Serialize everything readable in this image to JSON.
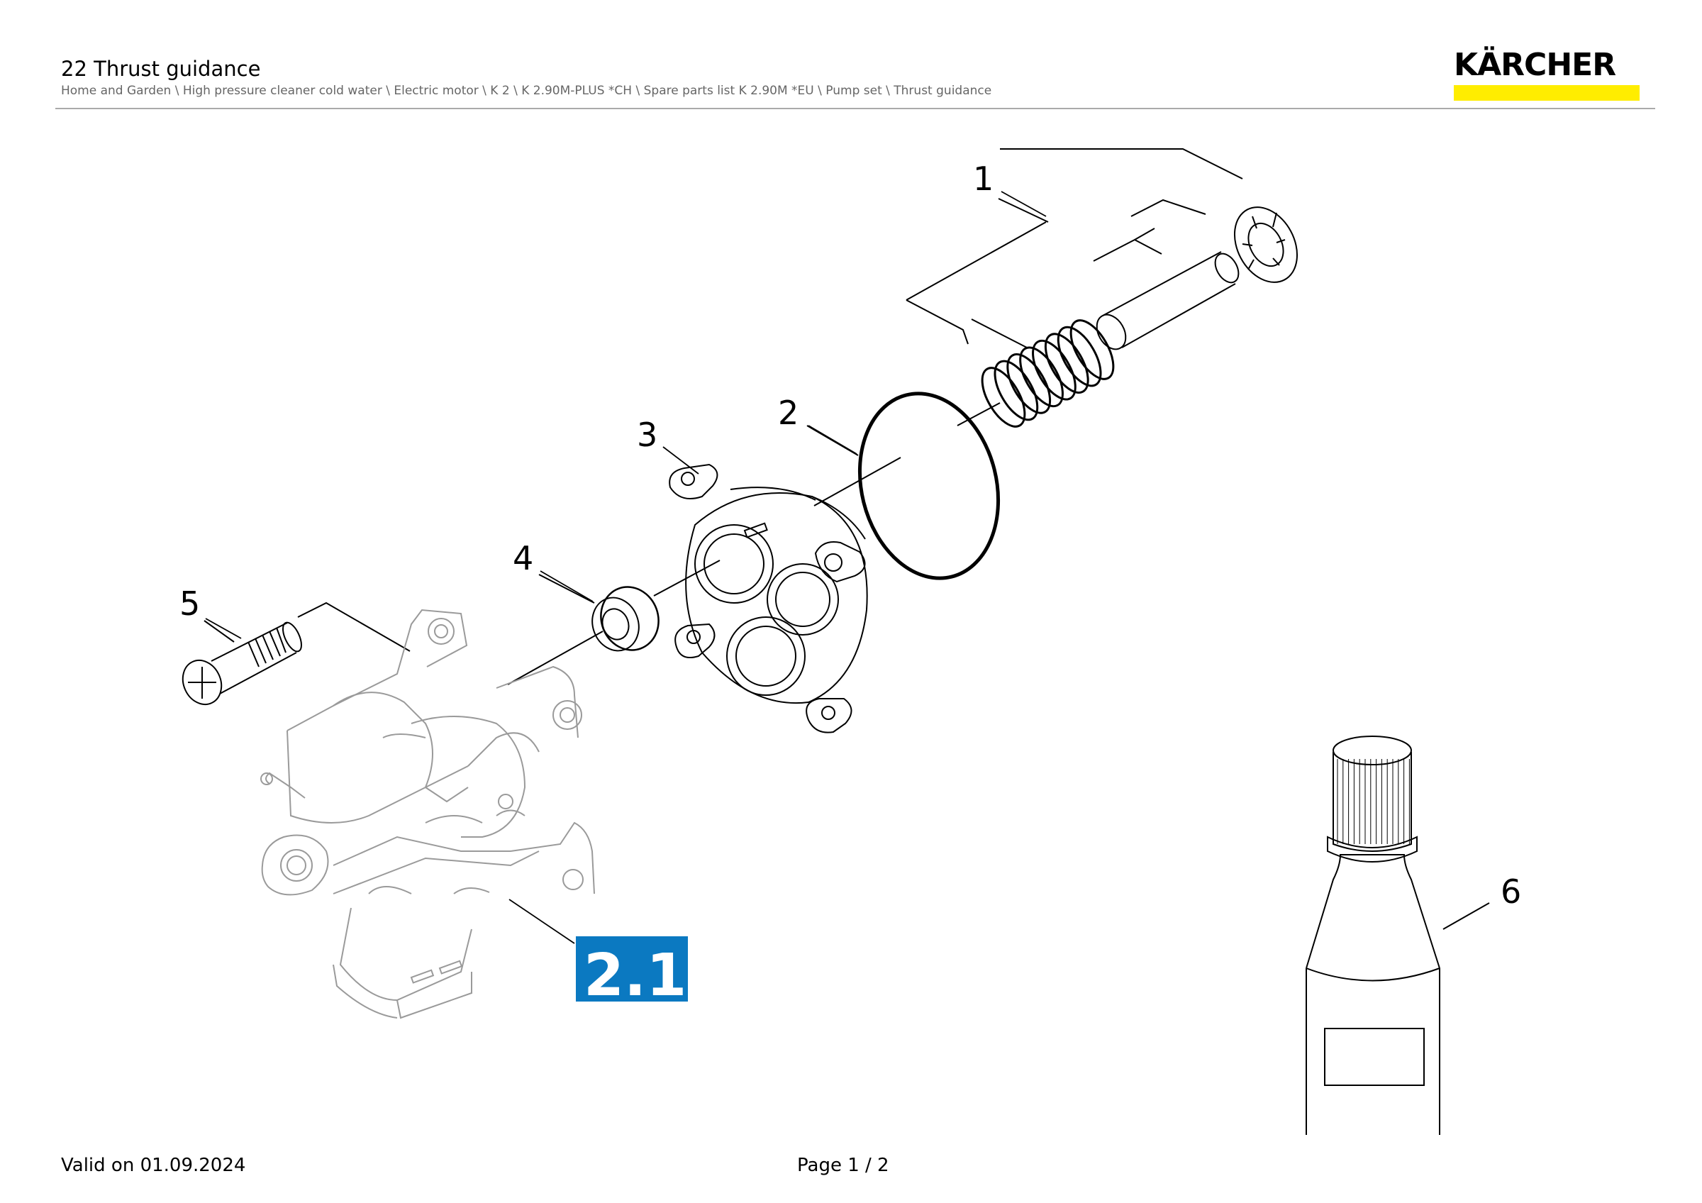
{
  "header": {
    "title": "22 Thrust guidance",
    "breadcrumb": "Home and Garden \\ High pressure cleaner cold water \\ Electric motor \\ K 2 \\ K 2.90M-PLUS *CH \\ Spare parts list K 2.90M *EU \\ Pump set \\ Thrust guidance",
    "logo_text": "KÄRCHER",
    "logo_accent_color": "#ffed00"
  },
  "diagram": {
    "callouts": [
      "1",
      "2",
      "3",
      "4",
      "5",
      "6"
    ],
    "reference_label": "2.1",
    "reference_label_color": "#0b79c1"
  },
  "footer": {
    "valid_on": "Valid on 01.09.2024",
    "page": "Page 1 / 2"
  }
}
